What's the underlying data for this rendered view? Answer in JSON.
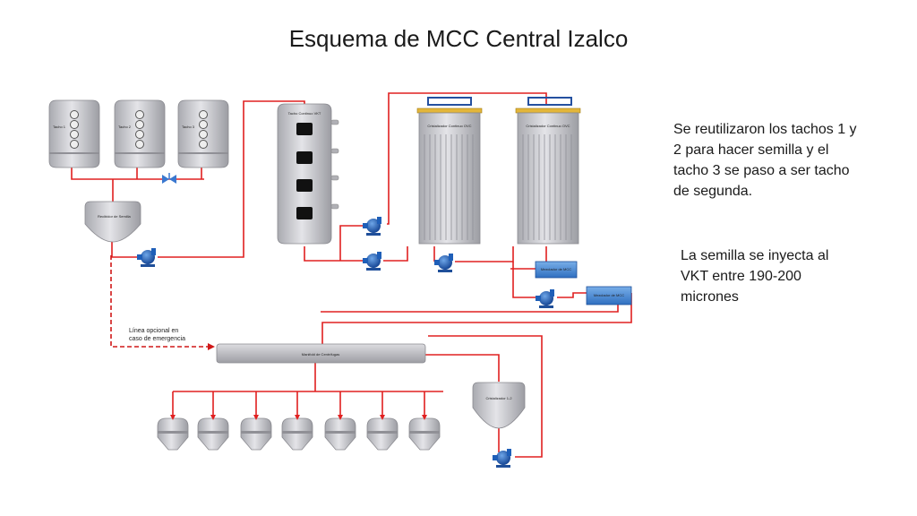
{
  "title": "Esquema de MCC  Central Izalco",
  "notes": [
    "Se reutilizaron los tachos 1 y 2 para hacer semilla y el tacho 3 se paso a ser tacho de segunda.",
    "La semilla se inyecta al VKT entre 190-200 micrones"
  ],
  "equipment": {
    "tacho1": "Tacho 1",
    "tacho2": "Tacho 2",
    "tacho3": "Tacho 3",
    "receiver": "Recibidor de Semilla",
    "vkt": "Tacho Continuo VKT",
    "cryst1": "Cristalizador Continuo OVC",
    "cryst2": "Cristalizador Continuo OVC",
    "mixer1": "Mezclador de MCC",
    "mixer2": "Mezclador de MCC",
    "manifold": "Manifold de Centrífugas",
    "cryst3": "Cristalizador 1-2",
    "emergency_line": "Línea opcional en caso de emergencia"
  },
  "colors": {
    "pipe": "#e02020",
    "pump": "#1f5fb8",
    "mixer": "#4f8fd6",
    "vessel": "#c8c8cc"
  },
  "centrifuge_count": 7
}
